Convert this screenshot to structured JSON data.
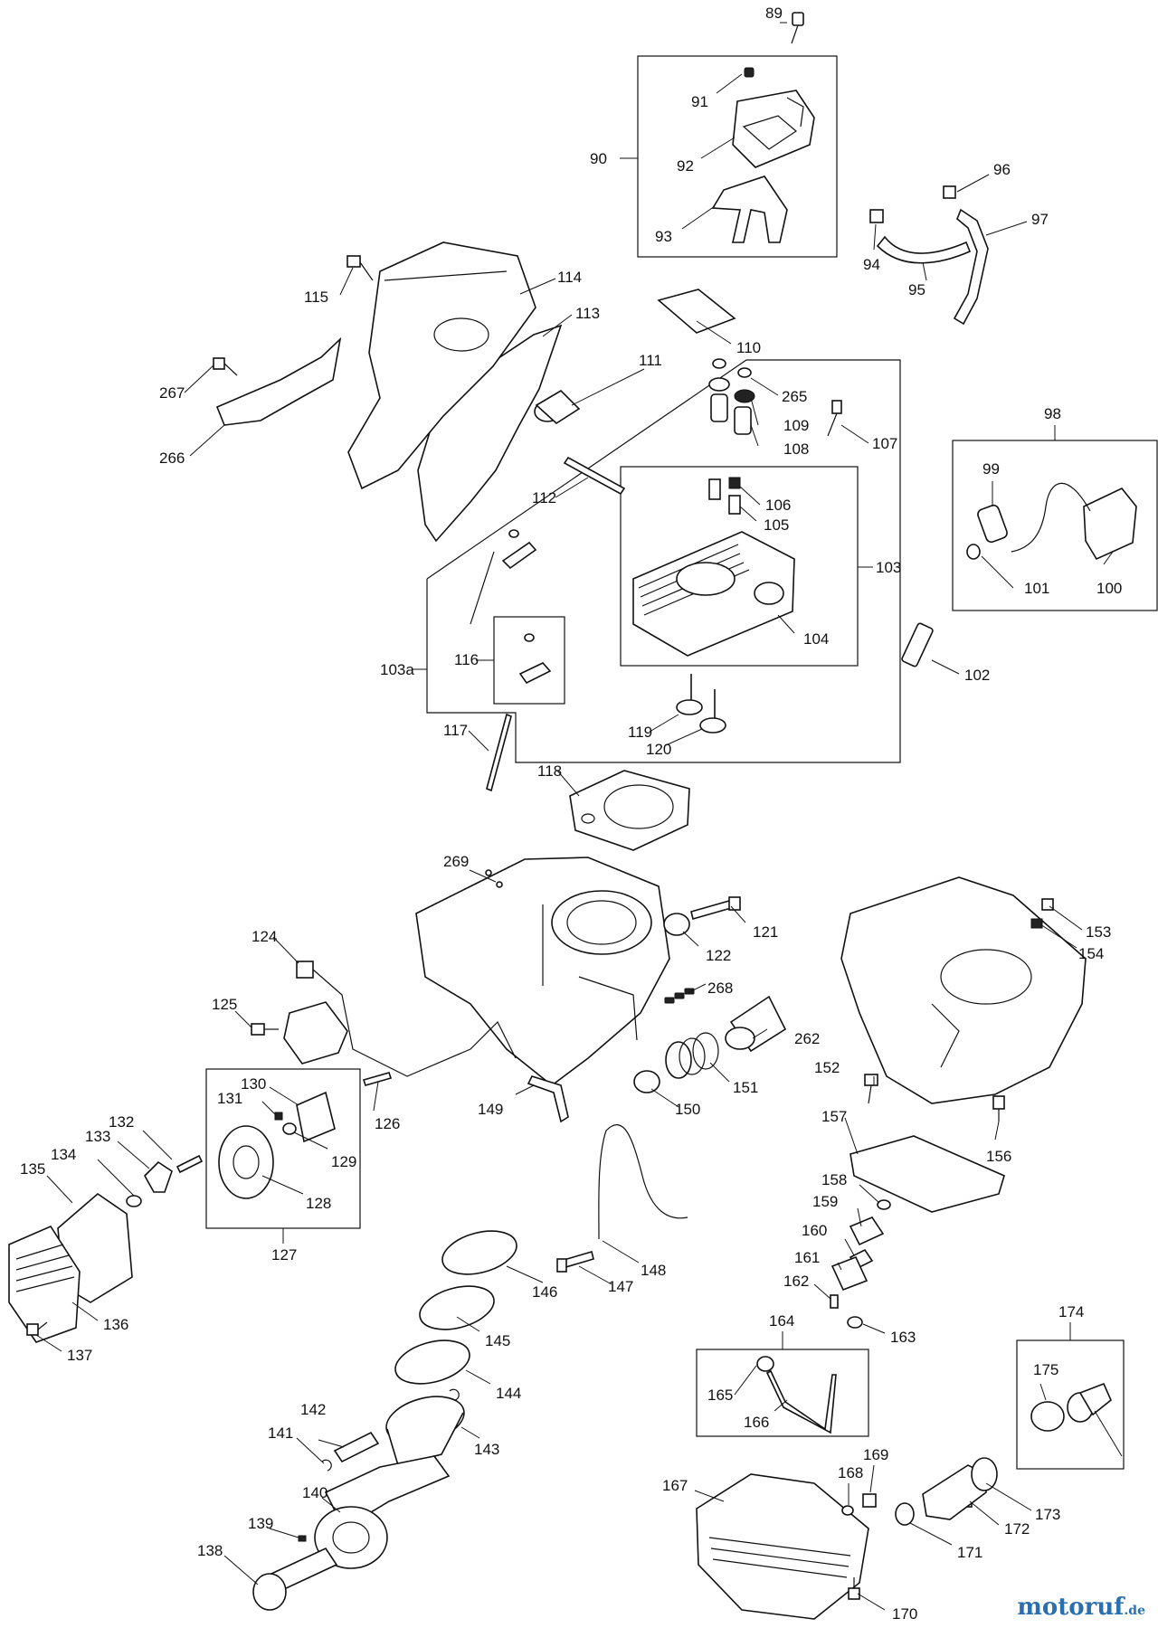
{
  "labels": [
    "89",
    "90",
    "91",
    "92",
    "93",
    "94",
    "95",
    "96",
    "97",
    "98",
    "99",
    "100",
    "101",
    "102",
    "103",
    "103a",
    "104",
    "105",
    "106",
    "107",
    "108",
    "109",
    "110",
    "111",
    "112",
    "113",
    "114",
    "115",
    "116",
    "117",
    "118",
    "119",
    "120",
    "121",
    "122",
    "124",
    "125",
    "126",
    "127",
    "128",
    "129",
    "130",
    "131",
    "132",
    "133",
    "134",
    "135",
    "136",
    "137",
    "138",
    "139",
    "140",
    "141",
    "142",
    "143",
    "144",
    "145",
    "146",
    "147",
    "148",
    "149",
    "150",
    "151",
    "152",
    "153",
    "154",
    "156",
    "157",
    "158",
    "159",
    "160",
    "161",
    "162",
    "163",
    "164",
    "165",
    "166",
    "167",
    "168",
    "169",
    "170",
    "171",
    "172",
    "173",
    "174",
    "175",
    "262",
    "265",
    "266",
    "267",
    "268",
    "269"
  ],
  "brand": {
    "name": "motoruf",
    "suffix": ".de",
    "color": "#2a6fb0"
  }
}
